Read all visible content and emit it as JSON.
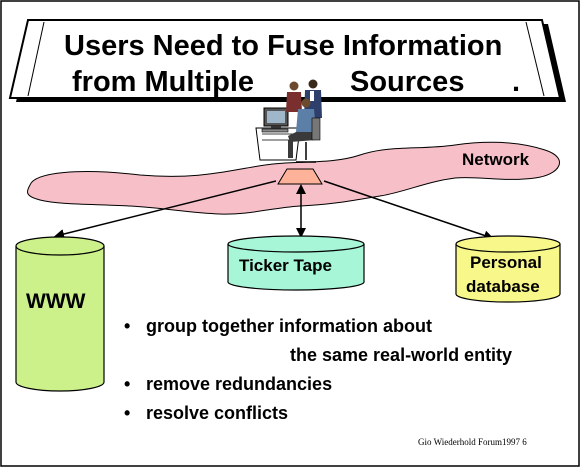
{
  "title": {
    "line1": "Users Need to Fuse Information",
    "line2_left": "from Multiple",
    "line2_right": "Sources",
    "line2_end": "."
  },
  "network_label": "Network",
  "sources": {
    "www": "WWW",
    "ticker": "Ticker Tape",
    "personal_line1": "Personal",
    "personal_line2": "database"
  },
  "bullets": [
    "group together information about",
    "the same real-world entity",
    "remove redundancies",
    "resolve conflicts"
  ],
  "bullet_symbol": "•",
  "footer": "Gio Wiederhold Forum1997  6",
  "colors": {
    "network_fill": "#f7c0c8",
    "hub_fill": "#ffb29a",
    "www_fill": "#ccf08a",
    "ticker_fill": "#a8f6d8",
    "personal_fill": "#f7f78a"
  }
}
